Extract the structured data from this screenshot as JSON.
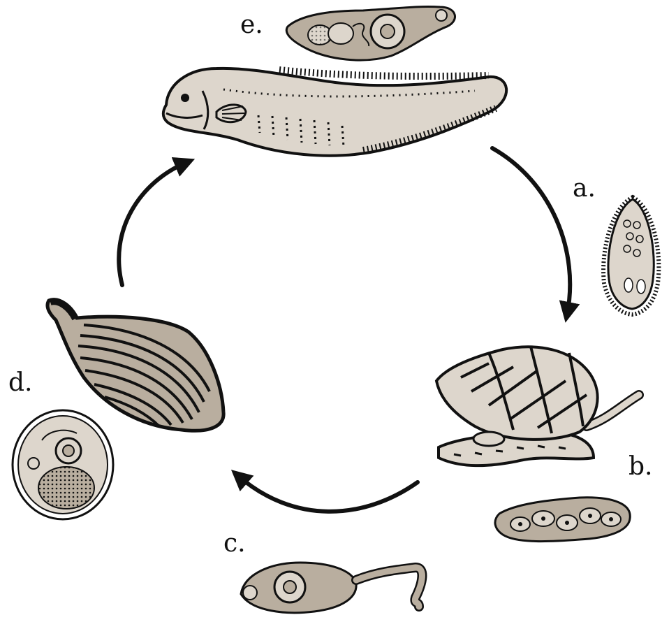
{
  "labels": {
    "a": "a.",
    "b": "b.",
    "c": "c.",
    "d": "d.",
    "e": "e."
  },
  "organisms": {
    "eel": "eel-icon",
    "miracidium": "miracidium-icon",
    "snail": "snail-icon",
    "sporocyst": "sporocyst-icon",
    "cercaria": "cercaria-icon",
    "clam": "clam-icon",
    "cyst": "metacercaria-cyst-icon",
    "adult_worm": "adult-fluke-icon"
  },
  "colors": {
    "fill": "#ddd6cc",
    "fill_dark": "#b9ae9f",
    "ink": "#111111"
  }
}
